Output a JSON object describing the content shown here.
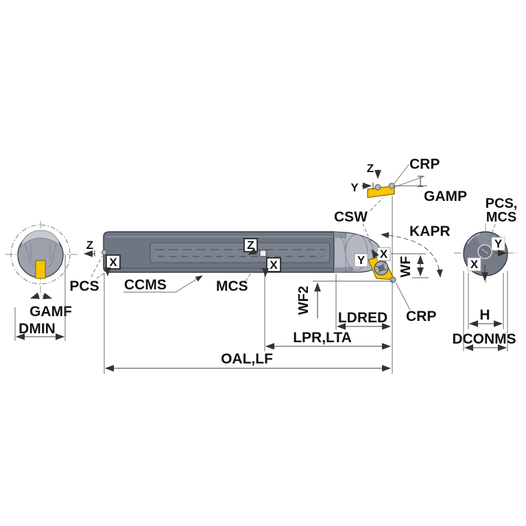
{
  "colors": {
    "insert_yellow": "#f7c600",
    "insert_outline": "#7a6300",
    "bar_gray": "#6f7582",
    "bar_inner_gray": "#7c8290",
    "head_gray": "#b3b7c1",
    "end_view_gray": "#9ca1ac",
    "end_view_facet": "#c6cad1",
    "shank_view_gray": "#747a86",
    "shank_view_facet": "#858b98",
    "line": "#4a4a4a",
    "text": "#111111",
    "box_bg": "#ffffff"
  },
  "axes": {
    "x": "X",
    "y": "Y",
    "z": "Z"
  },
  "labels": {
    "left_view": {
      "gamf": "GAMF",
      "dmin": "DMIN"
    },
    "side_view": {
      "pcs": "PCS",
      "ccms": "CCMS",
      "mcs": "MCS",
      "csw": "CSW",
      "crp_top": "CRP",
      "gamp": "GAMP",
      "kapr": "KAPR",
      "wf": "WF",
      "wf2": "WF2",
      "ldred": "LDRED",
      "lpr_lta": "LPR,LTA",
      "oal_lf": "OAL,LF",
      "crp_bottom": "CRP"
    },
    "right_view": {
      "pcs_mcs_line1": "PCS,",
      "pcs_mcs_line2": "MCS",
      "h": "H",
      "dconms": "DCONMS"
    }
  }
}
